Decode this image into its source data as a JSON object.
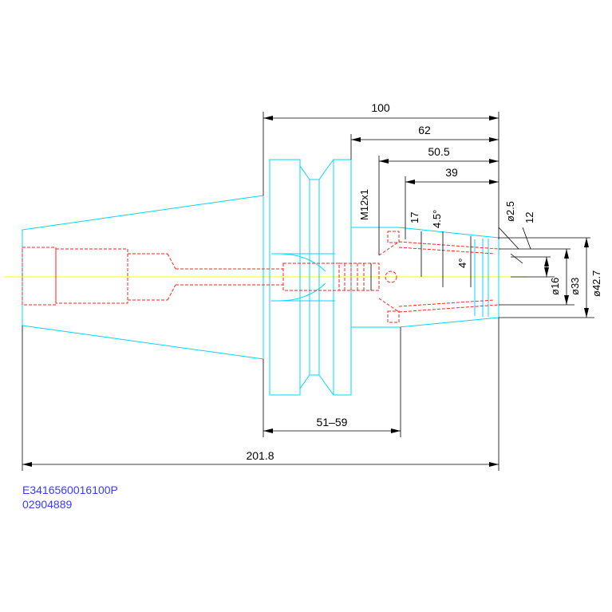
{
  "dimensions": {
    "d100": "100",
    "d62": "62",
    "d50_5": "50.5",
    "d39": "39",
    "thread": "M12x1",
    "d17": "17",
    "angle45": "4.5°",
    "angle4": "4°",
    "dia2_5": "ø2.5",
    "d12": "12",
    "dia16": "ø16",
    "dia33": "ø33",
    "dia42_7": "ø42.7",
    "d51_59": "51–59",
    "d201_8": "201.8"
  },
  "part_codes": {
    "line1": "E3416560016100P",
    "line2": "02904889"
  },
  "colors": {
    "outline": "#00d8ff",
    "hidden": "#ff2222",
    "centerline": "#ffff00",
    "dimension": "#000000",
    "code_text": "#3a3aff"
  }
}
